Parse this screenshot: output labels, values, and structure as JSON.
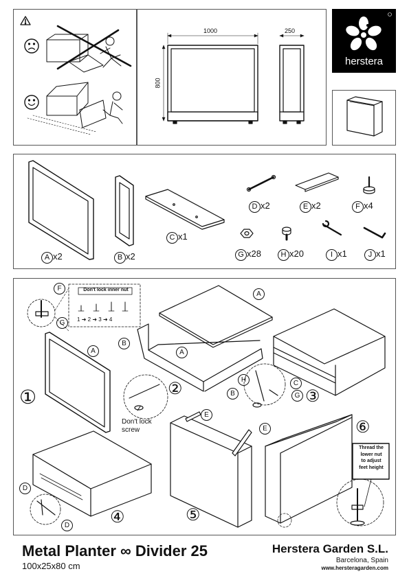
{
  "brand": {
    "name": "herstera",
    "logo_icon": "flower-logo-icon"
  },
  "footer": {
    "title": "Metal Planter ∞ Divider 25",
    "subtitle": "100x25x80 cm",
    "company": "Herstera Garden S.L.",
    "city": "Barcelona, Spain",
    "website": "www.hersteragarden.com"
  },
  "warning": {
    "icon": "warning-triangle-icon",
    "bad_icon": "sad-face-icon",
    "good_icon": "happy-face-icon"
  },
  "dimensions": {
    "width": "1000",
    "depth": "250",
    "height": "800"
  },
  "parts": [
    {
      "letter": "A",
      "qty": "x2"
    },
    {
      "letter": "B",
      "qty": "x2"
    },
    {
      "letter": "C",
      "qty": "x1"
    },
    {
      "letter": "D",
      "qty": "x2"
    },
    {
      "letter": "E",
      "qty": "x2"
    },
    {
      "letter": "F",
      "qty": "x4"
    },
    {
      "letter": "G",
      "qty": "x28"
    },
    {
      "letter": "H",
      "qty": "x20"
    },
    {
      "letter": "I",
      "qty": "x1"
    },
    {
      "letter": "J",
      "qty": "x1"
    }
  ],
  "steps": {
    "s1": "①",
    "s2": "②",
    "s3": "③",
    "s4": "④",
    "s5": "⑤",
    "s6": "⑥",
    "inner_nut_note": "Don't lock inner nut",
    "seq": [
      "1",
      "2",
      "3",
      "4"
    ],
    "dont_lock_screw_line1": "Don't lock",
    "dont_lock_screw_line2": "screw",
    "thread_note": [
      "Thread the",
      "lower nut",
      "to adjust",
      "feet height"
    ]
  }
}
